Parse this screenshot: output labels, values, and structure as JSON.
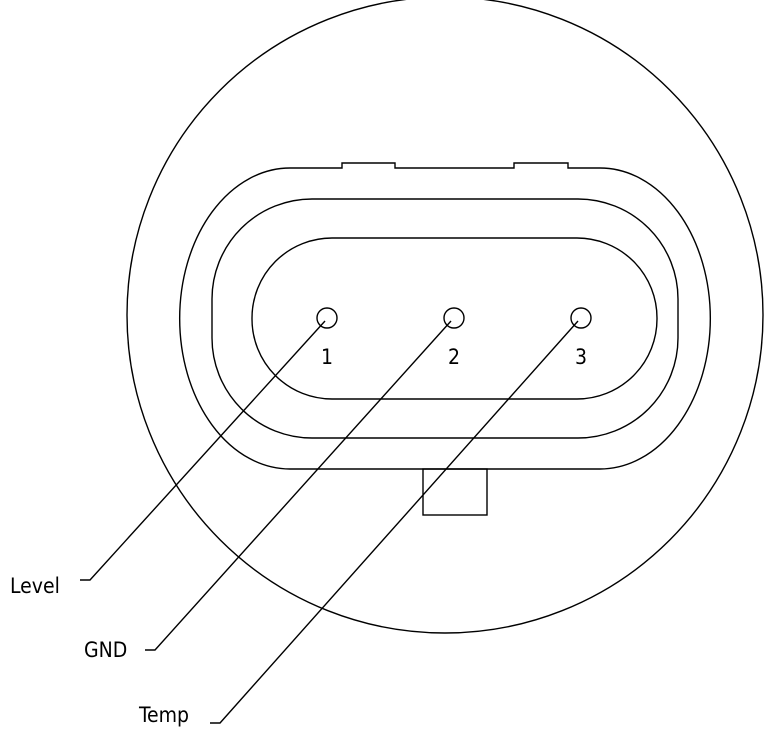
{
  "diagram": {
    "pins": [
      {
        "number": "1",
        "signal": "Level"
      },
      {
        "number": "2",
        "signal": "GND"
      },
      {
        "number": "3",
        "signal": "Temp"
      }
    ]
  }
}
